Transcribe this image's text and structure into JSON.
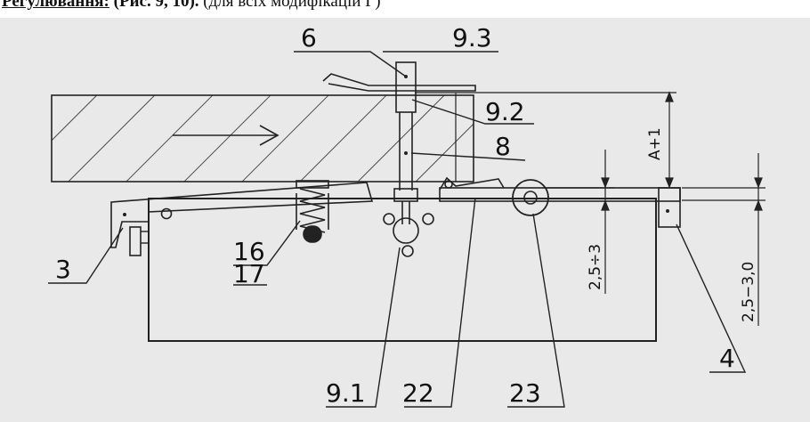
{
  "header": {
    "prefix": "",
    "term": "Регулювання:",
    "figref": " (Рис. 9, 10).",
    "note": " (для всіх модифікацій Г)"
  },
  "labels": {
    "l6": "6",
    "l9_3": "9.3",
    "l9_2": "9.2",
    "l8": "8",
    "l3": "3",
    "l16": "16",
    "l17": "17",
    "l9_1": "9.1",
    "l22": "22",
    "l23": "23",
    "l4": "4"
  },
  "dimensions": {
    "a_plus_1": "A+1",
    "gap_small": "2,5÷3",
    "gap_large": "2,5−3,0"
  }
}
